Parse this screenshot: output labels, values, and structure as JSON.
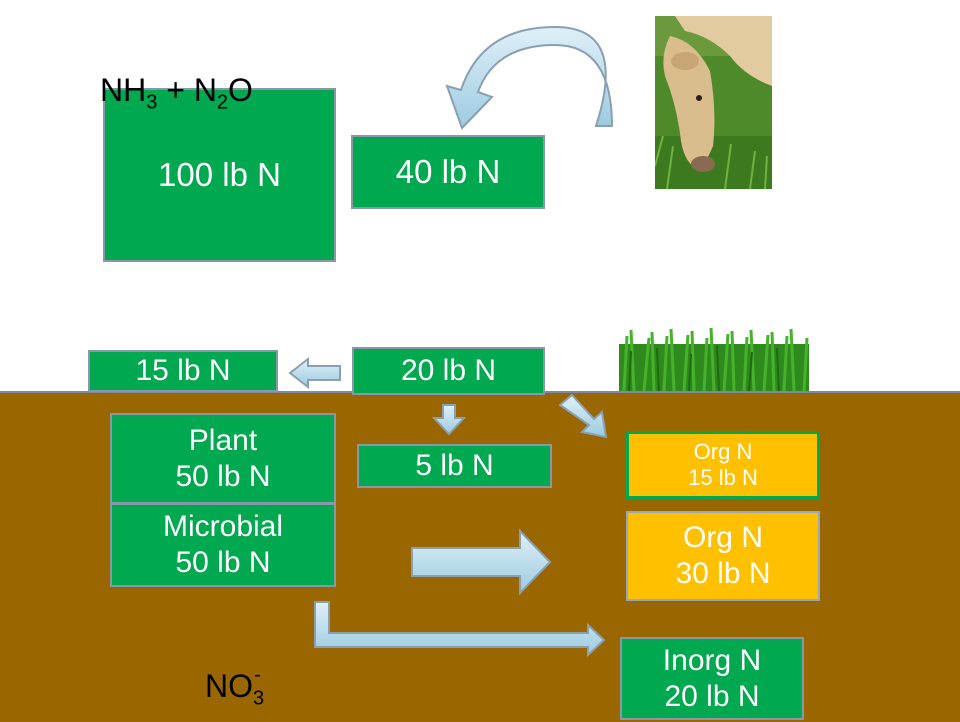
{
  "gas_label": {
    "nh": "NH",
    "nh_sub": "3",
    "mid": " + N",
    "n_sub": "2",
    "o": "O"
  },
  "nitrate_label": {
    "no": "NO",
    "no_sub": "3",
    "no_sup": "-"
  },
  "boxes": {
    "applied": "100 lb N",
    "returned": "40 lb N",
    "lost": "15 lb N",
    "residue": "20 lb N",
    "five": "5 lb N",
    "plant_title": "Plant",
    "plant_value": "50 lb N",
    "microbial_title": "Microbial",
    "microbial_value": "50 lb N",
    "org_small_title": "Org N",
    "org_small_value": "15 lb N",
    "org_big_title": "Org N",
    "org_big_value": "30 lb N",
    "inorg_title": "Inorg N",
    "inorg_value": "20 lb N"
  },
  "colors": {
    "box_green": "#00a84f",
    "org_yellow": "#ffc000",
    "soil_brown": "#996600",
    "arrow_fill": "#a6d3e8"
  },
  "images": [
    "cow-photo",
    "grass-photo"
  ]
}
